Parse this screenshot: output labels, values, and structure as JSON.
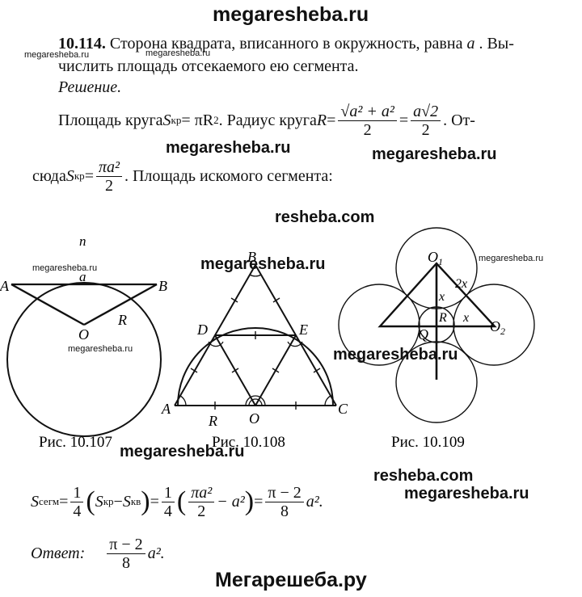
{
  "watermarks": {
    "top": "megaresheba.ru",
    "small_1": "megaresheba.ru",
    "small_2": "megaresheba.ru",
    "mid_1": "megaresheba.ru",
    "resheba_1": "resheba.com",
    "fig_1": "megaresheba.ru",
    "fig_small_1": "megaresheba.ru",
    "fig_small_2": "megaresheba.ru",
    "fig_2": "megaresheba.ru",
    "bottom_1": "megaresheba.ru",
    "resheba_2": "resheba.com",
    "bottom_2": "megaresheba.ru",
    "footer": "Мегарешеба.ру"
  },
  "problem": {
    "number": "10.114.",
    "line1": " Сторона квадрата, вписанного в окружность, равна ",
    "var_a": "a",
    "line1_end": " . Вы-",
    "line2": "числить площадь отсекаемого ею сегмента."
  },
  "solution_label": "Решение.",
  "line3": {
    "t1": "Площадь круга ",
    "S": "S",
    "sub": "кр",
    "eq1": " = πR",
    "sup2": "2",
    "t2": " . Радиус круга ",
    "R": "R",
    "eq": " =",
    "num1": "√a² + a²",
    "den1": "2",
    "eq2": "=",
    "num2": "a√2",
    "den2": "2",
    "end": ". От-"
  },
  "line4": {
    "t1": "сюда ",
    "S": "S",
    "sub": "кр",
    "eq": " =",
    "num": "πa²",
    "den": "2",
    "t2": ". Площадь искомого сегмента:"
  },
  "fig107": {
    "caption": "Рис. 10.107",
    "label_n": "n",
    "label_A": "A",
    "label_B": "B",
    "label_a": "a",
    "label_O": "O",
    "label_R": "R"
  },
  "fig108": {
    "caption": "Рис. 10.108",
    "label_B": "B",
    "label_D": "D",
    "label_E": "E",
    "label_A": "A",
    "label_R": "R",
    "label_O": "O",
    "label_C": "C"
  },
  "fig109": {
    "caption": "Рис. 10.109",
    "label_O1": "O",
    "label_O1_sub": "1",
    "label_2x": "2x",
    "label_x1": "x",
    "label_R": "R",
    "label_x2": "x",
    "label_O2": "O",
    "label_O2_sub": "2",
    "label_Q": "Q"
  },
  "formula": {
    "S": "S",
    "sub": "сегм",
    "eq1": " =",
    "f1_num": "1",
    "f1_den": "4",
    "open": "(",
    "S1": "S",
    "sub1": "кр",
    "minus": " − ",
    "S2": "S",
    "sub2": "кв",
    "close": ")",
    "eq2": " =",
    "f2_num": "1",
    "f2_den": "4",
    "f3_num": "πa²",
    "f3_den": "2",
    "minus2": "− a²",
    "eq3": " =",
    "f4_num": "π − 2",
    "f4_den": "8",
    "a2": "a²."
  },
  "answer": {
    "label": "Ответ:",
    "num": "π − 2",
    "den": "8",
    "a2": "a²."
  }
}
